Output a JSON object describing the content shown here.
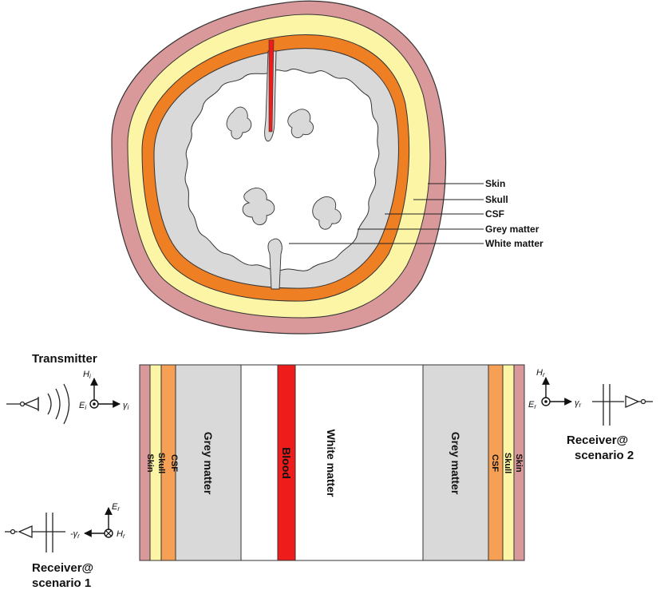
{
  "colors": {
    "skin": "#d9999b",
    "skull": "#fdf5a6",
    "csf": "#ef7f23",
    "csf_strip": "#f6a055",
    "grey_matter": "#d9d9d9",
    "white_matter": "#ffffff",
    "blood": "#ef1c1c",
    "outline": "#333333"
  },
  "brain_labels": [
    "Skin",
    "Skull",
    "CSF",
    "Grey matter",
    "White matter"
  ],
  "layers": {
    "skin": "Skin",
    "skull": "Skull",
    "csf": "CSF",
    "grey_matter": "Grey matter",
    "blood": "Blood",
    "white_matter": "White matter"
  },
  "transmitter": {
    "label": "Transmitter",
    "e_field": "E",
    "e_sub": "i",
    "h_field": "H",
    "h_sub": "i",
    "gamma": "γ",
    "gamma_sub": "i"
  },
  "receiver2": {
    "line1": "Receiver@",
    "line2": "scenario 2",
    "e_field": "E",
    "e_sub": "r",
    "h_field": "H",
    "h_sub": "r",
    "gamma": "γ",
    "gamma_sub": "r"
  },
  "receiver1": {
    "line1": "Receiver@",
    "line2": "scenario 1",
    "e_field": "E",
    "e_sub": "r",
    "h_field": "H",
    "h_sub": "r",
    "gamma": "-γ",
    "gamma_sub": "r"
  }
}
